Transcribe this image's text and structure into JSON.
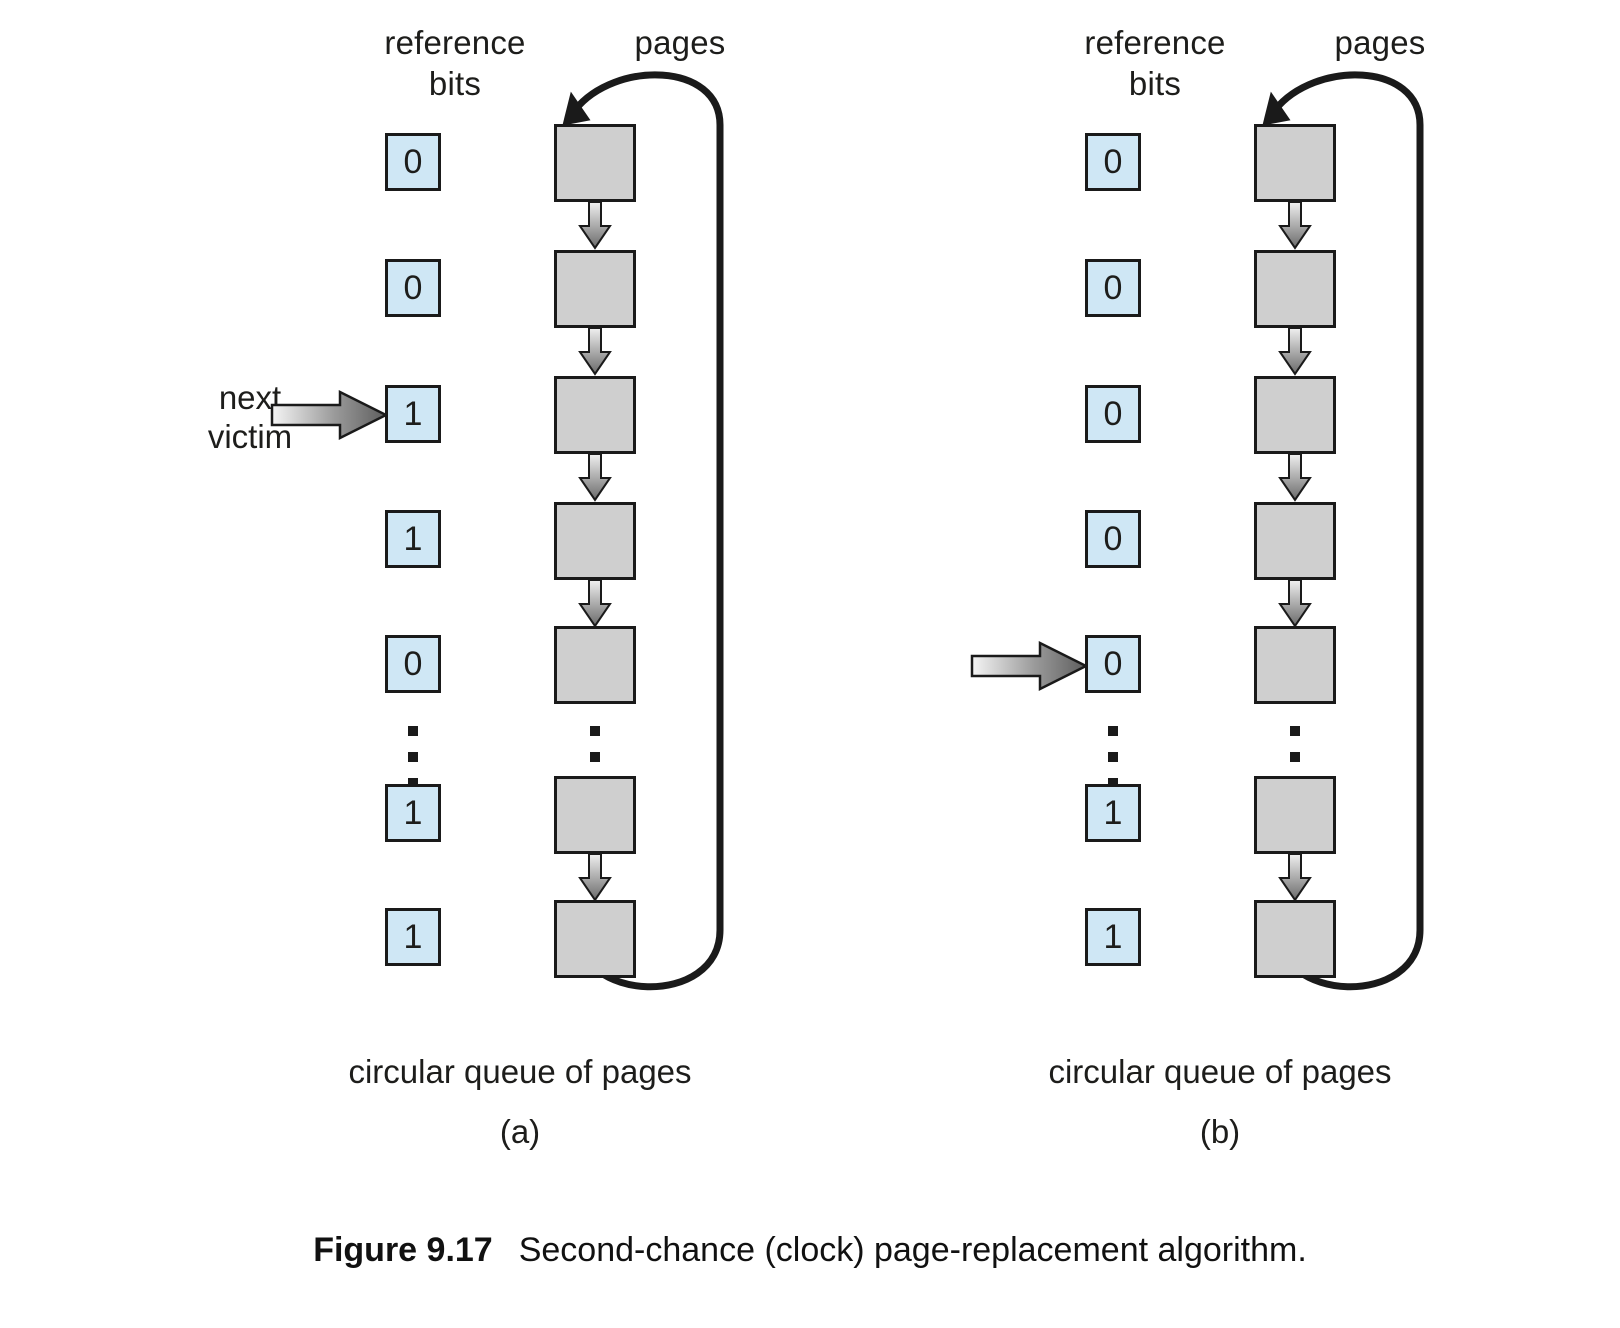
{
  "figure": {
    "caption_number": "Figure 9.17",
    "caption_text": "Second-chance (clock) page-replacement algorithm."
  },
  "panels": [
    {
      "tag": "(a)",
      "headers": {
        "reference_bits": "reference\nbits",
        "ref_line1": "reference",
        "ref_line2": "bits",
        "pages": "pages"
      },
      "queue_label": "circular queue of pages",
      "pointer": {
        "label_line1": "next",
        "label_line2": "victim",
        "points_at_index": 2,
        "visible": true
      },
      "reference_bits": [
        "0",
        "0",
        "1",
        "1",
        "0",
        "1",
        "1"
      ],
      "ellipsis_after_index": 4,
      "page_count": 7
    },
    {
      "tag": "(b)",
      "headers": {
        "reference_bits": "reference\nbits",
        "ref_line1": "reference",
        "ref_line2": "bits",
        "pages": "pages"
      },
      "queue_label": "circular queue of pages",
      "pointer": {
        "label_line1": "",
        "label_line2": "",
        "points_at_index": 4,
        "visible": true
      },
      "reference_bits": [
        "0",
        "0",
        "0",
        "0",
        "0",
        "1",
        "1"
      ],
      "ellipsis_after_index": 4,
      "page_count": 7
    }
  ],
  "colors": {
    "reference_bit_fill": "#cfe7f5",
    "page_fill": "#cfcfcf",
    "stroke": "#1a1a1a",
    "arrow_light": "#f2f2f2",
    "arrow_dark": "#5a5a5a",
    "background": "#ffffff"
  },
  "ellipsis_glyph": "vertical-dots"
}
